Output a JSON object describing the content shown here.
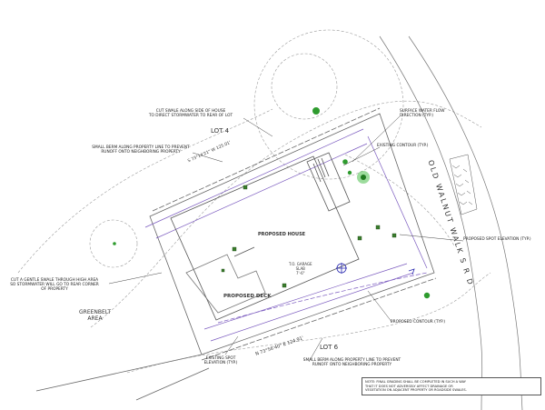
{
  "colors": {
    "linework": "#7a7a7a",
    "contour_existing": "#9a9a9a",
    "contour_proposed": "#7b5bbf",
    "house_outline": "#555555",
    "spot_marker": "#3a7d2c",
    "tree": "#2e9b2e",
    "flow_marker": "#2a2ab0"
  },
  "annotations": {
    "cut_swale_side": "CUT SWALE ALONG SIDE OF HOUSE\nTO DIRECT STORMWATER TO REAR OF LOT",
    "small_berm_top": "SMALL BERM ALONG PROPERTY LINE TO PREVENT\nRUNOFF ONTO NEIGHBORING PROPERTY",
    "surface_flow": "SURFACE WATER FLOW\nDIRECTION (TYP.)",
    "existing_contour": "EXISTING CONTOUR (TYP.)",
    "proposed_spot": "PROPOSED SPOT ELEVATION (TYP.)",
    "cut_gentle_swale": "CUT A GENTLE SWALE THROUGH HIGH AREA\nSO STORMWATER WILL GO TO REAR CORNER\nOF PROPERTY",
    "proposed_contour": "PROPOSED CONTOUR (TYP.)",
    "existing_spot": "EXISTING SPOT\nELEVATION (TYP.)",
    "small_berm_bottom": "SMALL BERM ALONG PROPERTY LINE TO PREVENT\nRUNOFF ONTO NEIGHBORING PROPERTY"
  },
  "labels": {
    "lot4": "LOT 4",
    "lot6": "LOT 6",
    "proposed_house": "PROPOSED HOUSE",
    "proposed_deck": "PROPOSED DECK",
    "greenbelt": "GREENBELT\nAREA",
    "street": "OLD WALNUT WALK S R D",
    "garage": "T.O. GARAGE\nSLAB\n7'-6\"",
    "bearing_top": "S 73°14'21\" W   125.01'",
    "bearing_bottom": "N 73°56'40\" E   124.91'"
  },
  "note": "NOTE: FINAL GRADING SHALL BE COMPLETED IN SUCH A WAY\nTHAT IT DOES NOT ADVERSELY AFFECT DRAINAGE OR\nVEGETATION ON ADJACENT PROPERTY OR ROADSIDE SWALES."
}
